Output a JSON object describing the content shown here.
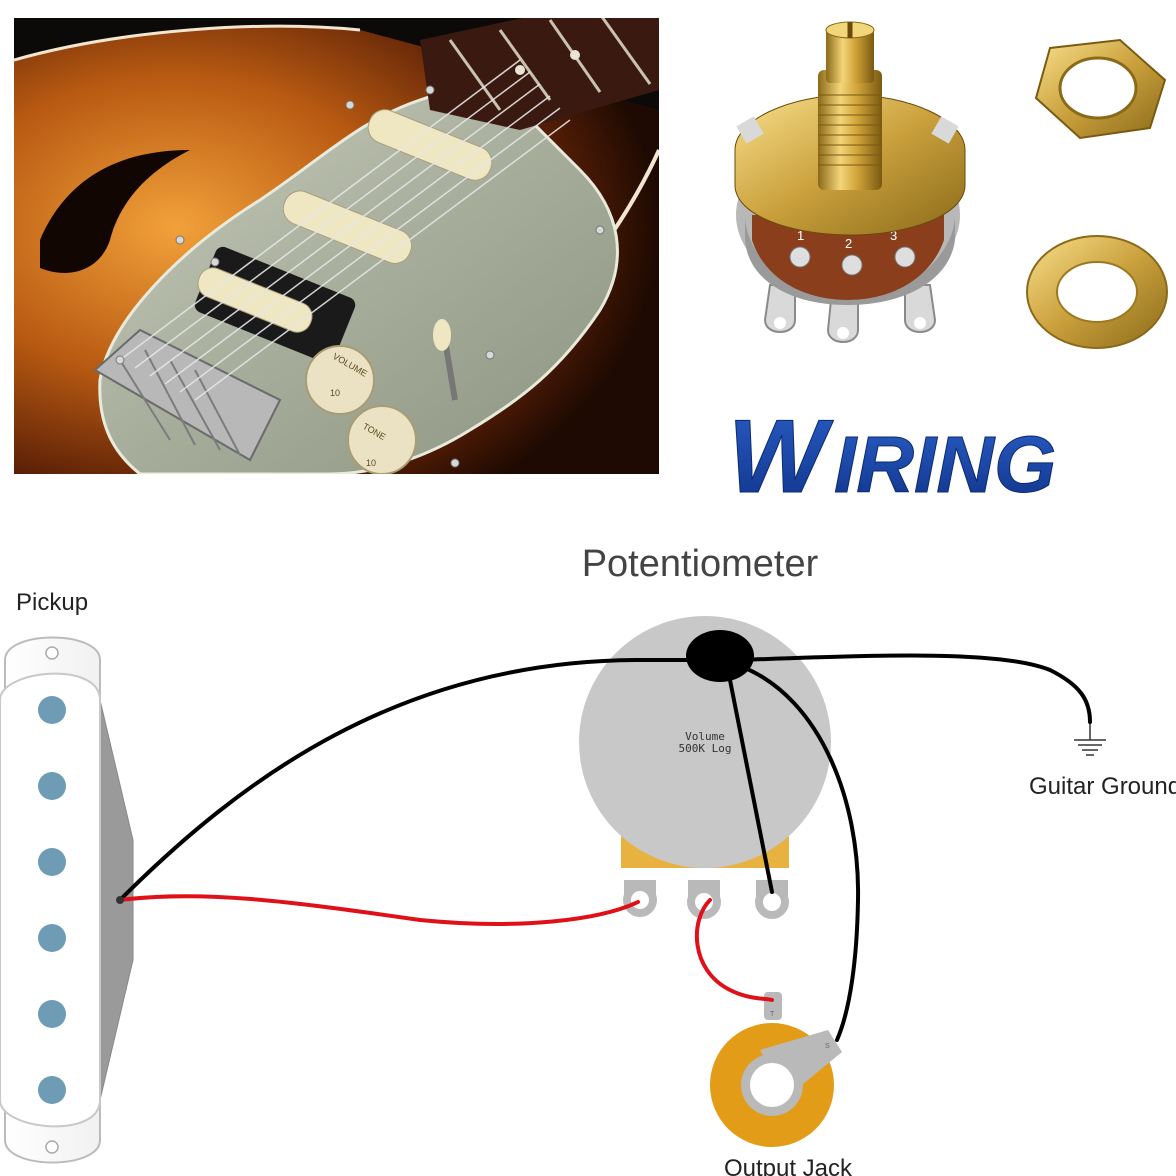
{
  "heading": {
    "wiring_first": "W",
    "wiring_rest": "IRING"
  },
  "diagram": {
    "title": "Potentiometer",
    "pickup_label": "Pickup",
    "pot_text_line1": "Volume",
    "pot_text_line2": "500K Log",
    "pot_lug_numbers": [
      "1",
      "2",
      "3"
    ],
    "ground_label": "Guitar Ground",
    "jack_label": "Output Jack",
    "jack_lug_labels": [
      "T",
      "S"
    ]
  },
  "knob_labels": {
    "volume": "VOLUME",
    "tone": "TONE",
    "number": "10"
  },
  "colors": {
    "wire_hot": "#e01018",
    "wire_ground": "#000000",
    "pot_body": "#c8c8c8",
    "pot_base": "#e7b23f",
    "jack_body": "#e39c17",
    "pole_piece": "#6f9cb5",
    "wiring_blue": "#1745a6"
  }
}
